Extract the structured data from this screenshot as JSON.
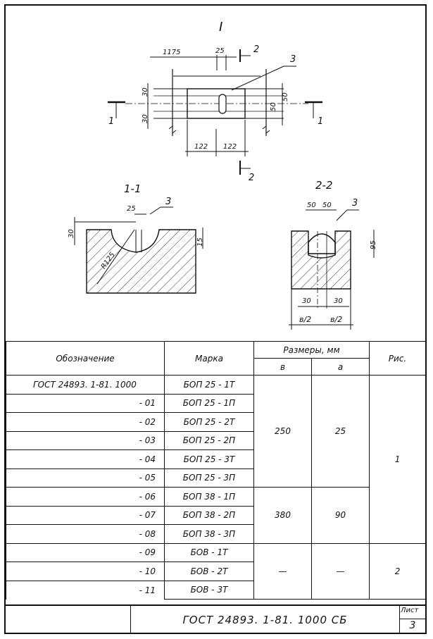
{
  "drawing": {
    "view_main": "I",
    "view_1_1": "1-1",
    "view_2_2": "2-2",
    "callouts": {
      "section1": "1",
      "section2": "2",
      "item3": "3"
    },
    "dims_main": {
      "d1175": "1175",
      "d25": "25",
      "d30a": "30",
      "d30b": "30",
      "d50a": "50",
      "d50b": "50",
      "d122a": "122",
      "d122b": "122"
    },
    "dims_1_1": {
      "d25": "25",
      "d30": "30",
      "d15": "15",
      "r": "R125"
    },
    "dims_2_2": {
      "d50a": "50",
      "d50b": "50",
      "d95": "95",
      "d30a": "30",
      "d30b": "30",
      "b2a": "в/2",
      "b2b": "в/2"
    }
  },
  "table": {
    "headers": {
      "designation": "Обозначение",
      "mark": "Марка",
      "sizes": "Размеры, мм",
      "b": "в",
      "a": "а",
      "fig": "Рис."
    },
    "rows": [
      {
        "designation": "ГОСТ 24893. 1-81. 1000",
        "mark": "БОП  25 - 1Т"
      },
      {
        "designation": "- 01",
        "mark": "БОП  25 - 1П"
      },
      {
        "designation": "- 02",
        "mark": "БОП  25 - 2Т"
      },
      {
        "designation": "- 03",
        "mark": "БОП  25 - 2П"
      },
      {
        "designation": "- 04",
        "mark": "БОП  25 - 3Т"
      },
      {
        "designation": "- 05",
        "mark": "БОП  25 - 3П"
      },
      {
        "designation": "- 06",
        "mark": "БОП  38 - 1П"
      },
      {
        "designation": "- 07",
        "mark": "БОП  38 - 2П"
      },
      {
        "designation": "- 08",
        "mark": "БОП  38 - 3П"
      },
      {
        "designation": "- 09",
        "mark": "БОВ - 1Т"
      },
      {
        "designation": "- 10",
        "mark": "БОВ - 2Т"
      },
      {
        "designation": "- 11",
        "mark": "БОВ - 3Т"
      }
    ],
    "groups": [
      {
        "b": "250",
        "a": "25"
      },
      {
        "b": "380",
        "a": "90"
      },
      {
        "b": "—",
        "a": "—"
      }
    ],
    "figs": [
      "1",
      "2"
    ]
  },
  "stamp": {
    "code": "ГОСТ 24893. 1-81. 1000 СБ",
    "sheet_label": "Лист",
    "sheet_number": "3"
  }
}
